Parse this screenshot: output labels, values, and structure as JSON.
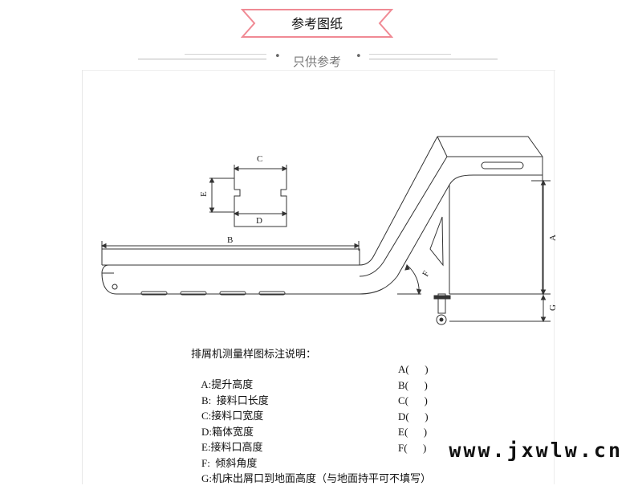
{
  "header": {
    "title": "参考图纸",
    "subtitle": "只供参考",
    "subtitle_dots": [
      "•",
      "•"
    ]
  },
  "diagram": {
    "labels": {
      "a": "A",
      "b": "B",
      "c": "C",
      "d": "D",
      "e": "E",
      "f": "F",
      "g": "G"
    }
  },
  "legend": {
    "title": "排屑机测量样图标注说明：",
    "items": [
      {
        "label": "A:提升高度",
        "answer": "A(      )"
      },
      {
        "label": "B:  接料口长度",
        "answer": "B(      )"
      },
      {
        "label": "C:接料口宽度",
        "answer": "C(      )"
      },
      {
        "label": "D:箱体宽度",
        "answer": "D(      )"
      },
      {
        "label": "E:接料口高度",
        "answer": "E(      )"
      },
      {
        "label": "F:  倾斜角度",
        "answer": "F(      )"
      },
      {
        "label": "G:机床出屑口到地面高度（与地面持平可不填写）",
        "answer": ""
      }
    ]
  },
  "watermark": "www.jxwlw.cn",
  "colors": {
    "ribbon_border": "#f08a94",
    "line_gray": "#bbbbbb",
    "drawing_stroke": "#333333"
  }
}
